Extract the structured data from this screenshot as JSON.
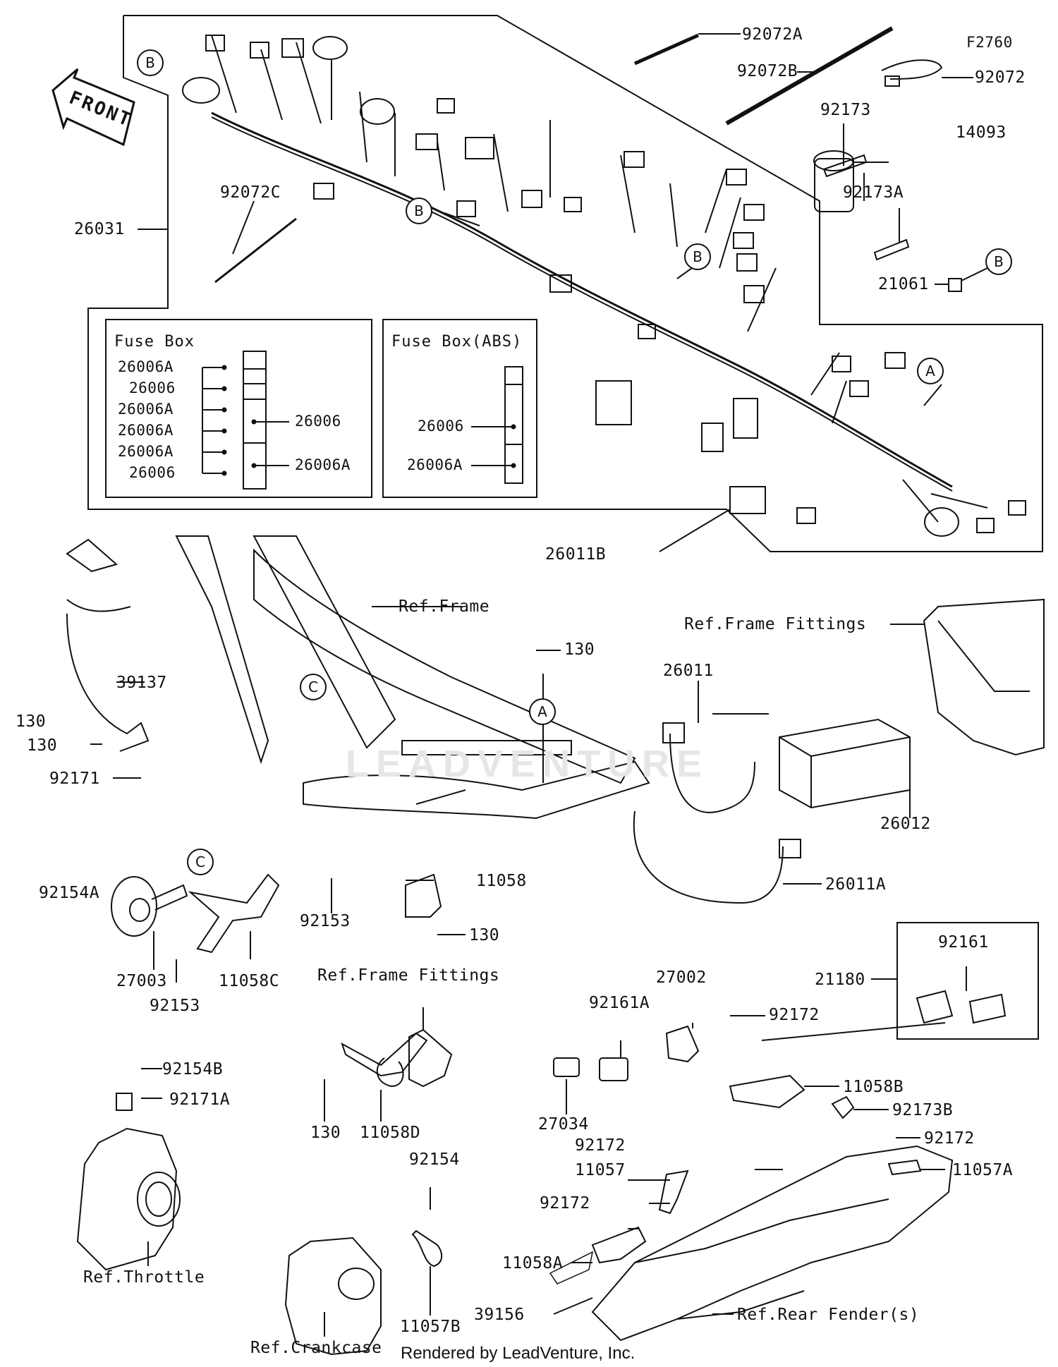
{
  "figure_code": "F2760",
  "footer": "Rendered by LeadVenture, Inc.",
  "watermark": "LEADVENTURE",
  "front_label": "FRONT",
  "fuse_box": {
    "title": "Fuse Box",
    "left_labels": [
      "26006A",
      "26006",
      "26006A",
      "26006A",
      "26006A",
      "26006"
    ],
    "right_labels": [
      "26006",
      "26006A"
    ]
  },
  "fuse_box_abs": {
    "title": "Fuse Box(ABS)",
    "labels": [
      "26006",
      "26006A"
    ]
  },
  "reference_circles": [
    "B",
    "B",
    "B",
    "B",
    "A",
    "A",
    "C",
    "C"
  ],
  "part_labels": [
    "92072A",
    "92072B",
    "92072",
    "92173",
    "14093",
    "92173A",
    "21061",
    "26031",
    "92072C",
    "26011B",
    "Ref.Frame",
    "Ref.Frame Fittings",
    "130",
    "26011",
    "39137",
    "130",
    "130",
    "92171",
    "26012",
    "92154A",
    "11058",
    "92153",
    "26011A",
    "130",
    "27003",
    "11058C",
    "92153",
    "Ref.Frame Fittings",
    "92161",
    "21180",
    "27002",
    "92172",
    "92161A",
    "11058B",
    "92154B",
    "92171A",
    "27034",
    "92173B",
    "130",
    "11058D",
    "92172",
    "92172",
    "11057A",
    "92154",
    "11057",
    "92172",
    "Ref.Throttle",
    "11058A",
    "39156",
    "11057B",
    "Ref.Rear Fender(s)",
    "Ref.Crankcase"
  ]
}
